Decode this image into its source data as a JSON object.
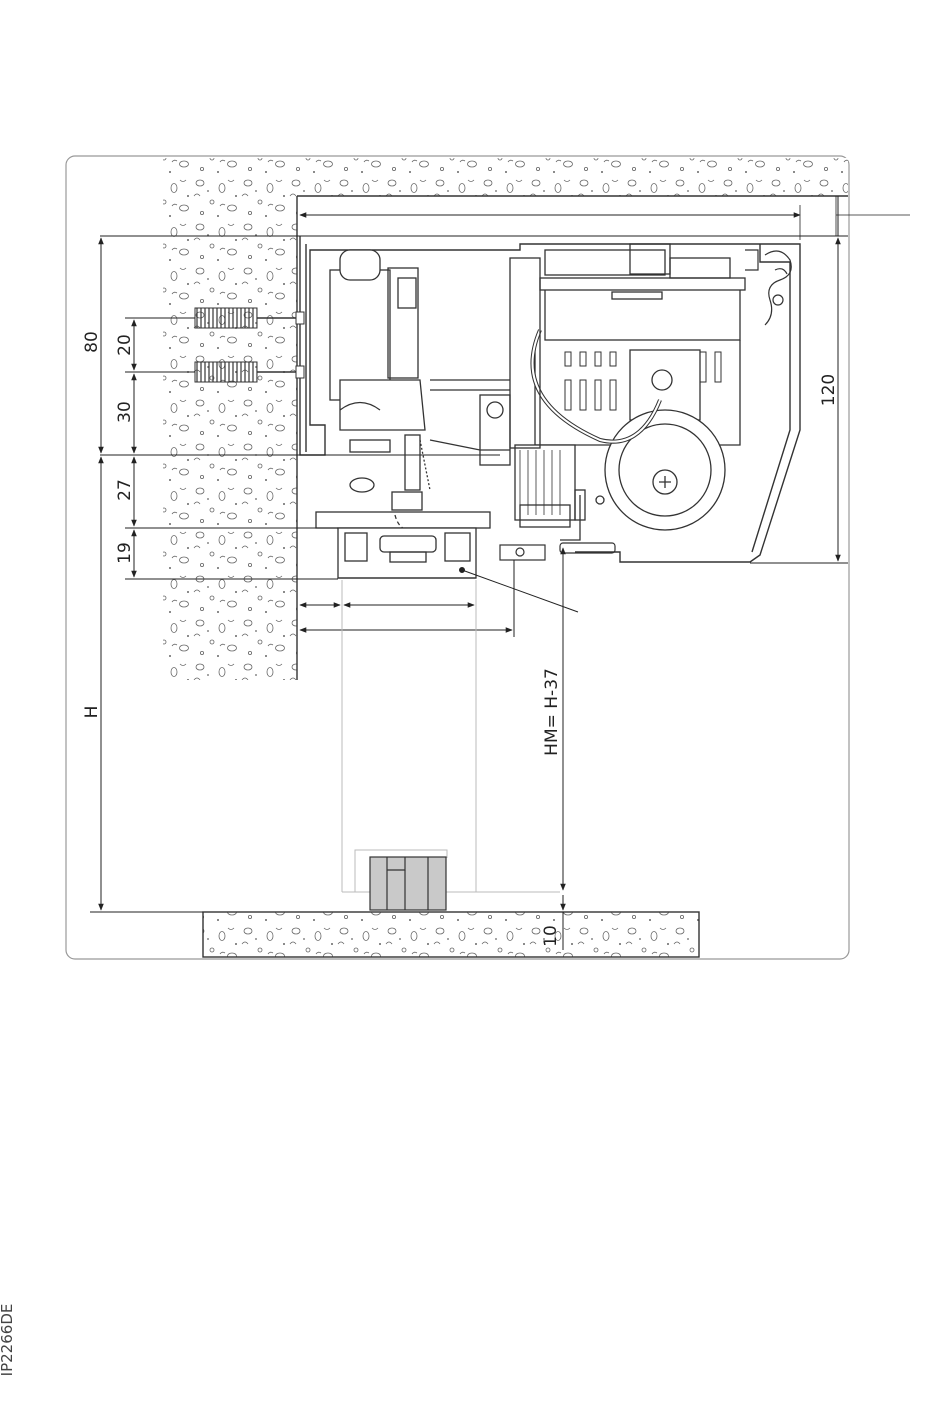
{
  "dimensions": {
    "d80": "80",
    "d20": "20",
    "d30": "30",
    "d27": "27",
    "d19": "19",
    "d120": "120",
    "dH": "H",
    "dHM": "HM= H-37",
    "d10": "10"
  },
  "document_id": "IP2266DE",
  "colors": {
    "line": "#333333",
    "thin": "#777777",
    "guide": "#bbbbbb",
    "block": "#c9c9c9",
    "frame": "#999999"
  }
}
